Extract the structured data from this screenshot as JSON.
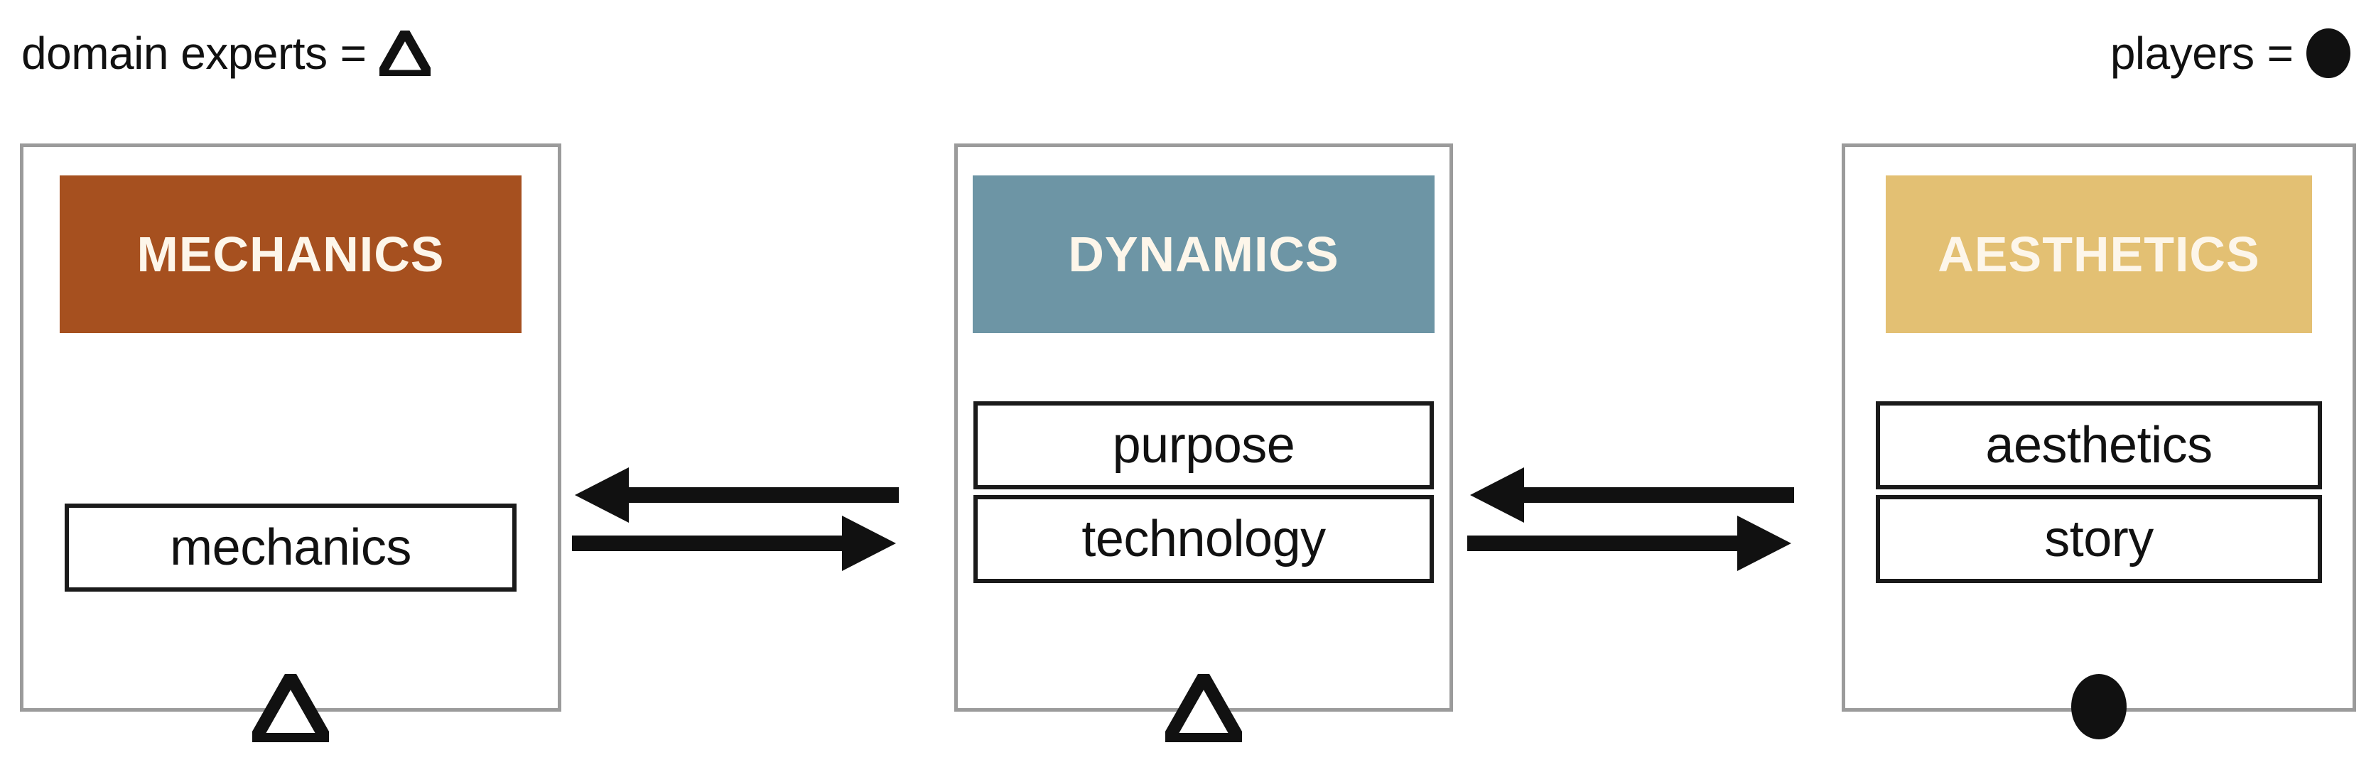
{
  "legend": {
    "left": {
      "label": "domain experts",
      "equals": "=",
      "marker": "hollow-triangle"
    },
    "right": {
      "label": "players",
      "equals": "=",
      "marker": "filled-circle"
    }
  },
  "panels": [
    {
      "id": "mechanics",
      "header": "MECHANICS",
      "header_color": "#A6501F",
      "items": [
        "mechanics"
      ],
      "marker": "hollow-triangle"
    },
    {
      "id": "dynamics",
      "header": "DYNAMICS",
      "header_color": "#6D95A5",
      "items": [
        "purpose",
        "technology"
      ],
      "marker": "hollow-triangle"
    },
    {
      "id": "aesthetics",
      "header": "AESTHETICS",
      "header_color": "#E3C073",
      "items": [
        "aesthetics",
        "story"
      ],
      "marker": "filled-circle"
    }
  ],
  "connectors": [
    {
      "id": "mechanics-dynamics",
      "top_arrow_direction": "left",
      "bottom_arrow_direction": "right"
    },
    {
      "id": "dynamics-aesthetics",
      "top_arrow_direction": "left",
      "bottom_arrow_direction": "right"
    }
  ],
  "colors": {
    "panel_border": "#9b9b9b",
    "box_border": "#1a1a1a",
    "arrow": "#111111",
    "header_text": "#fdf6ea",
    "body_text": "#111111",
    "background": "#ffffff"
  }
}
